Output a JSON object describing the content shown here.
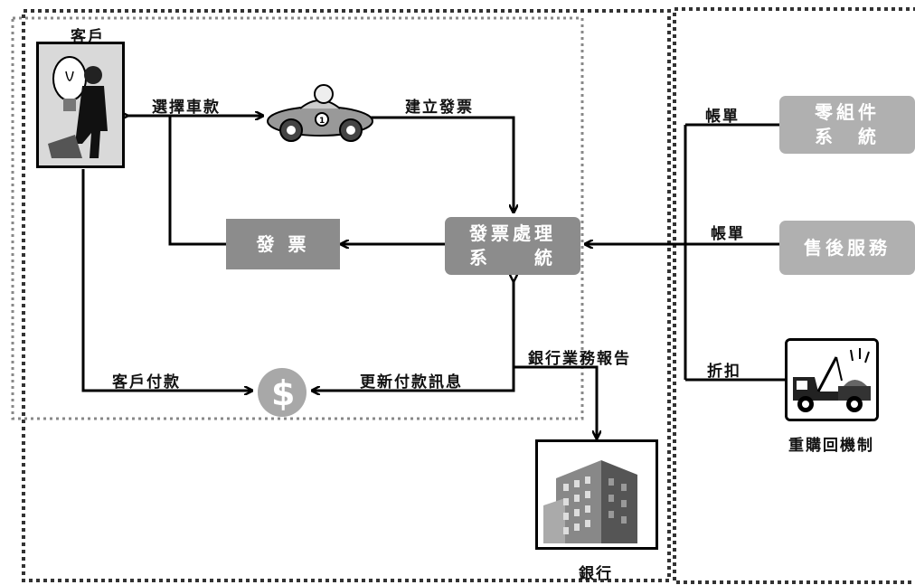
{
  "nodes": {
    "customer": "客戶",
    "invoice": "發 票",
    "invoice_system": "發票處理\n系　　統",
    "parts_system": "零組件\n系　統",
    "after_sales": "售後服務",
    "buyback": "重購回機制",
    "bank": "銀行"
  },
  "edges": {
    "select_model": "選擇車款",
    "create_invoice": "建立發票",
    "customer_payment": "客戶付款",
    "update_payment": "更新付款訊息",
    "bank_report": "銀行業務報告",
    "bill_1": "帳單",
    "bill_2": "帳單",
    "discount": "折扣"
  },
  "colors": {
    "box_dark": "#8c8c8c",
    "box_light": "#b0b0b0",
    "dotted_border": "#555555",
    "line": "#000000"
  },
  "icons": {
    "customer": "businessman-lightbulb-icon",
    "car": "race-car-icon",
    "dollar": "dollar-coin-icon",
    "tow_truck": "tow-truck-icon",
    "bank": "office-building-icon"
  }
}
